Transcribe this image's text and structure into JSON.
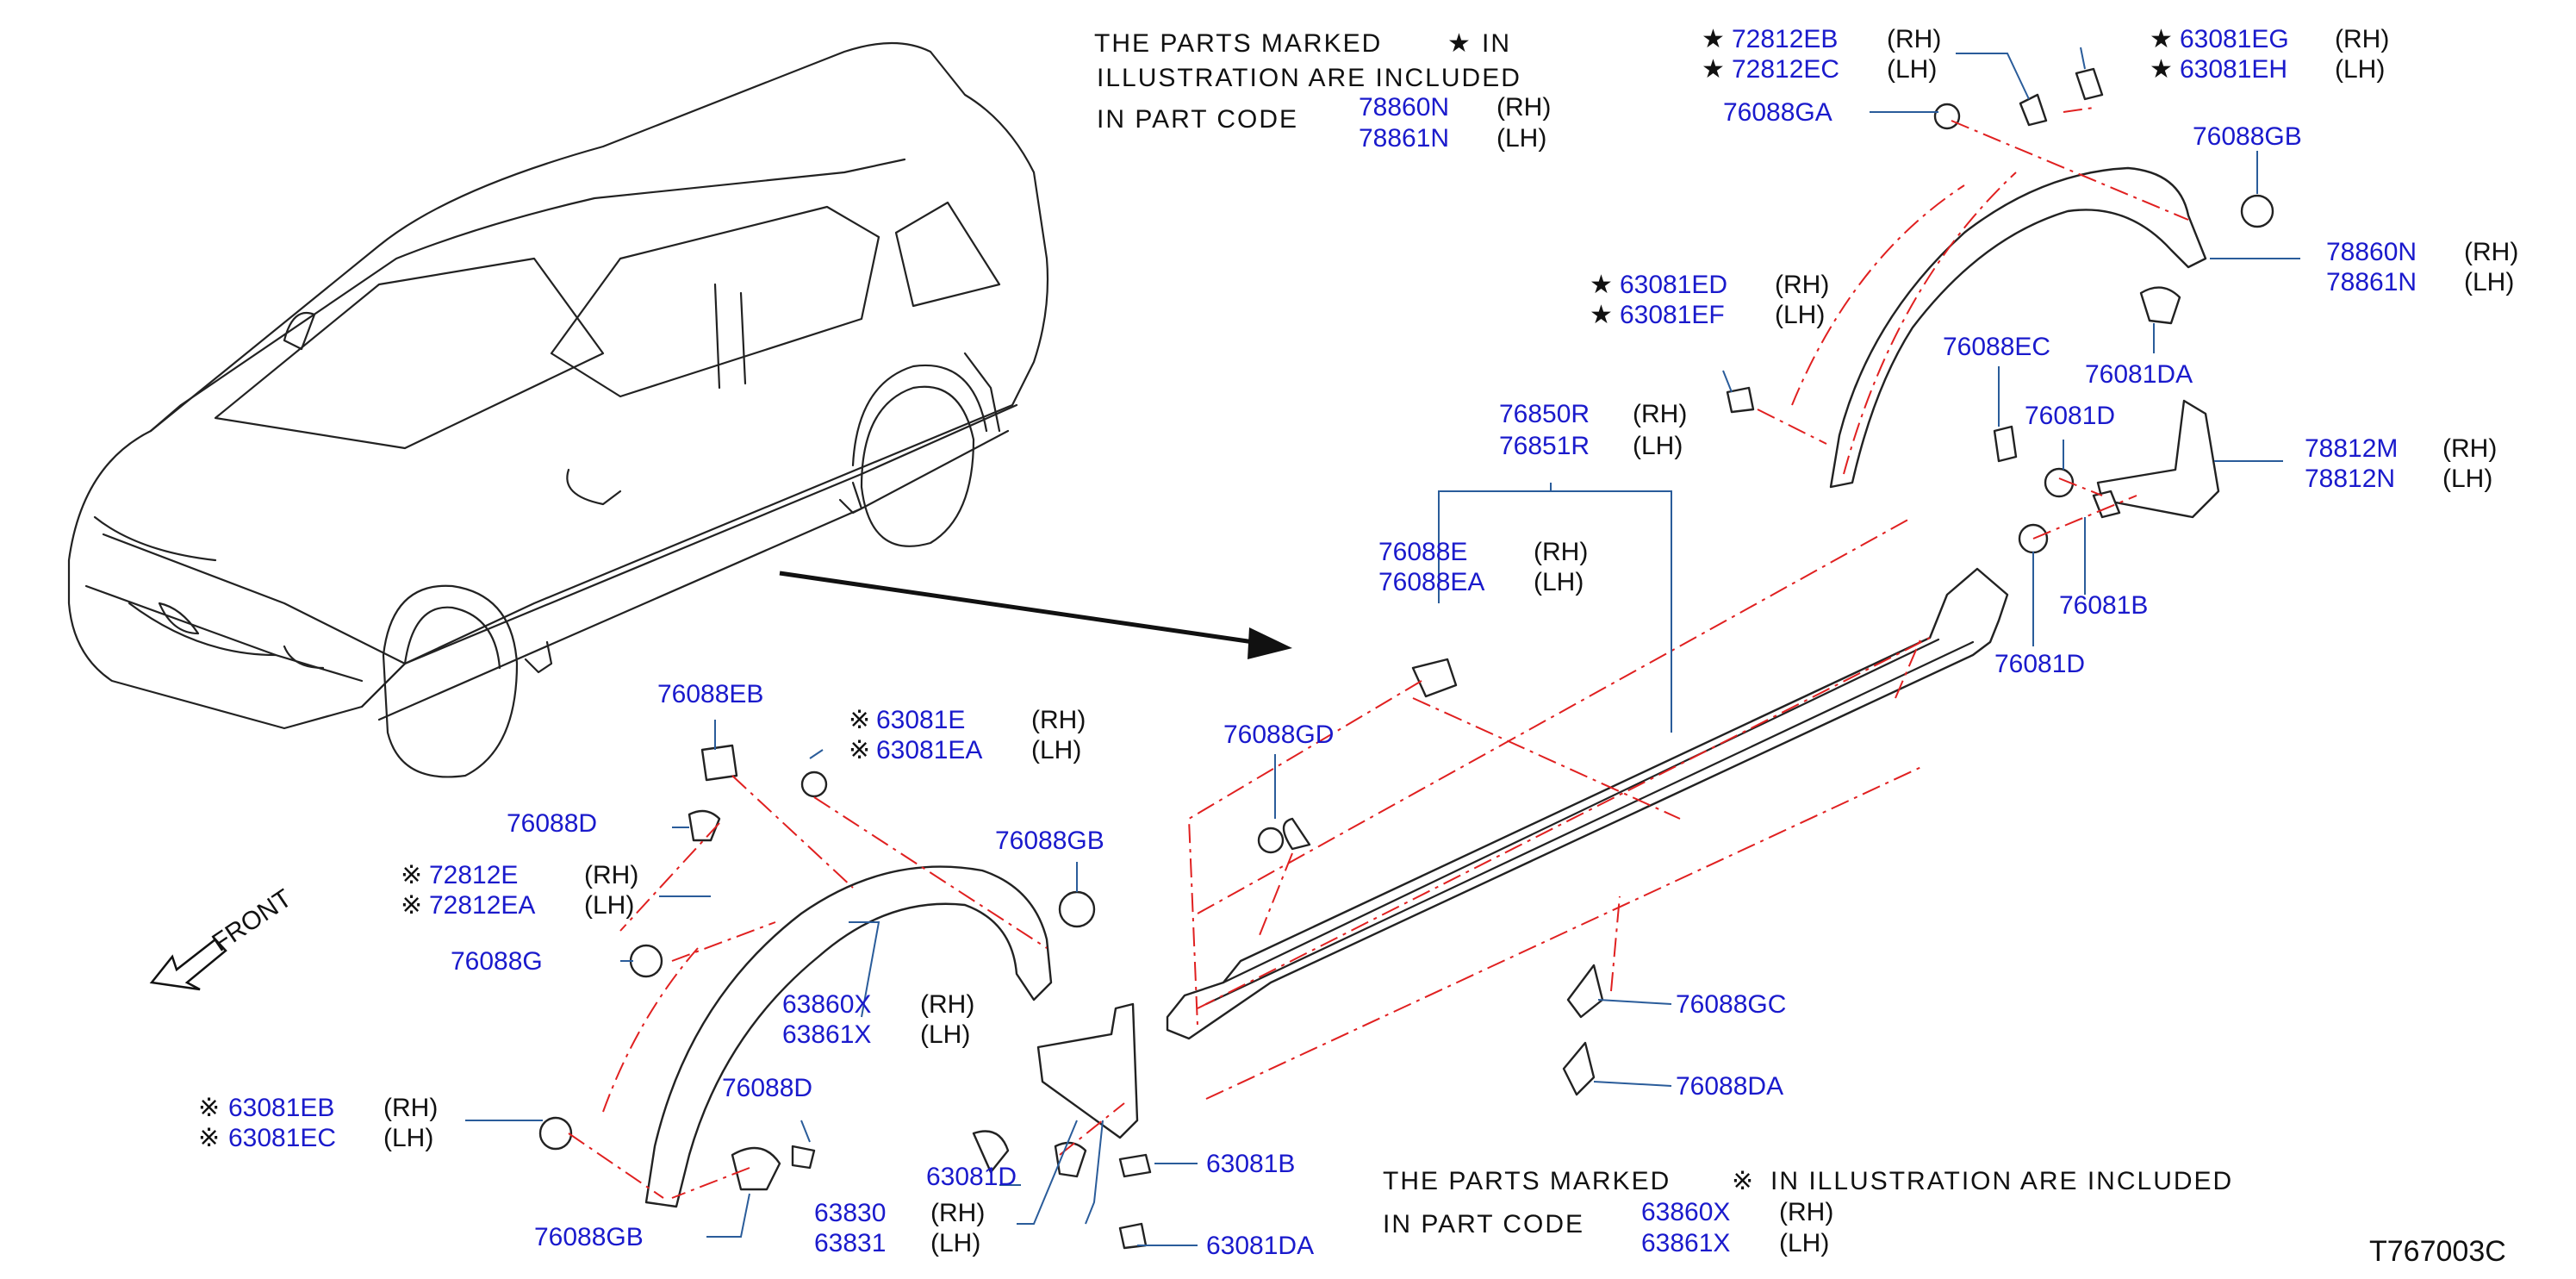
{
  "colors": {
    "label": "#1a1acc",
    "text": "#111111",
    "reference_line": "#e02020",
    "leader_line": "#2a5c9a",
    "outline": "#222222",
    "background": "#ffffff"
  },
  "icons": {
    "star": "★",
    "asterisk": "※",
    "front_arrow": "front-arrow-icon"
  },
  "notes": {
    "star_note": {
      "line1a": "THE  PARTS  MARKED",
      "mark": "★",
      "line1b": "IN",
      "line2": "ILLUSTRATION  ARE  INCLUDED",
      "line3": "IN  PART  CODE",
      "codes": [
        "78860N",
        "78861N"
      ],
      "sides": [
        "(RH)",
        "(LH)"
      ]
    },
    "asterisk_note": {
      "line1a": "THE  PARTS  MARKED",
      "mark": "※",
      "line1b": "IN  ILLUSTRATION  ARE  INCLUDED",
      "line2": "IN  PART  CODE",
      "codes": [
        "63860X",
        "63861X"
      ],
      "sides": [
        "(RH)",
        "(LH)"
      ]
    }
  },
  "front_label": "FRONT",
  "diagram_code": "T767003C",
  "callouts": {
    "c72812eb": {
      "mark": "★",
      "code": "72812EB",
      "side": "(RH)"
    },
    "c72812ec": {
      "mark": "★",
      "code": "72812EC",
      "side": "(LH)"
    },
    "c63081eg": {
      "mark": "★",
      "code": "63081EG",
      "side": "(RH)"
    },
    "c63081eh": {
      "mark": "★",
      "code": "63081EH",
      "side": "(LH)"
    },
    "c76088ga": {
      "code": "76088GA"
    },
    "c76088gb_r": {
      "code": "76088GB"
    },
    "c78860n": {
      "code": "78860N",
      "side": "(RH)"
    },
    "c78861n": {
      "code": "78861N",
      "side": "(LH)"
    },
    "c63081ed": {
      "mark": "★",
      "code": "63081ED",
      "side": "(RH)"
    },
    "c63081ef": {
      "mark": "★",
      "code": "63081EF",
      "side": "(LH)"
    },
    "c76088ec": {
      "code": "76088EC"
    },
    "c76081da": {
      "code": "76081DA"
    },
    "c76081d_a": {
      "code": "76081D"
    },
    "c78812m": {
      "code": "78812M",
      "side": "(RH)"
    },
    "c78812n": {
      "code": "78812N",
      "side": "(LH)"
    },
    "c76850r": {
      "code": "76850R",
      "side": "(RH)"
    },
    "c76851r": {
      "code": "76851R",
      "side": "(LH)"
    },
    "c76088e": {
      "code": "76088E",
      "side": "(RH)"
    },
    "c76088ea": {
      "code": "76088EA",
      "side": "(LH)"
    },
    "c76081b": {
      "code": "76081B"
    },
    "c76081d_b": {
      "code": "76081D"
    },
    "c76088eb": {
      "code": "76088EB"
    },
    "c63081e": {
      "mark": "※",
      "code": "63081E",
      "side": "(RH)"
    },
    "c63081ea": {
      "mark": "※",
      "code": "63081EA",
      "side": "(LH)"
    },
    "c76088gd": {
      "code": "76088GD"
    },
    "c76088d_a": {
      "code": "76088D"
    },
    "c76088gb_l": {
      "code": "76088GB"
    },
    "c72812e": {
      "mark": "※",
      "code": "72812E",
      "side": "(RH)"
    },
    "c72812ea": {
      "mark": "※",
      "code": "72812EA",
      "side": "(LH)"
    },
    "c76088g": {
      "code": "76088G"
    },
    "c63860x": {
      "code": "63860X",
      "side": "(RH)"
    },
    "c63861x": {
      "code": "63861X",
      "side": "(LH)"
    },
    "c76088gc": {
      "code": "76088GC"
    },
    "c76088da": {
      "code": "76088DA"
    },
    "c63081eb": {
      "mark": "※",
      "code": "63081EB",
      "side": "(RH)"
    },
    "c63081ec": {
      "mark": "※",
      "code": "63081EC",
      "side": "(LH)"
    },
    "c76088d_b": {
      "code": "76088D"
    },
    "c63081d": {
      "code": "63081D"
    },
    "c63081b": {
      "code": "63081B"
    },
    "c76088gb_b": {
      "code": "76088GB"
    },
    "c63830": {
      "code": "63830",
      "side": "(RH)"
    },
    "c63831": {
      "code": "63831",
      "side": "(LH)"
    },
    "c63081da": {
      "code": "63081DA"
    }
  }
}
